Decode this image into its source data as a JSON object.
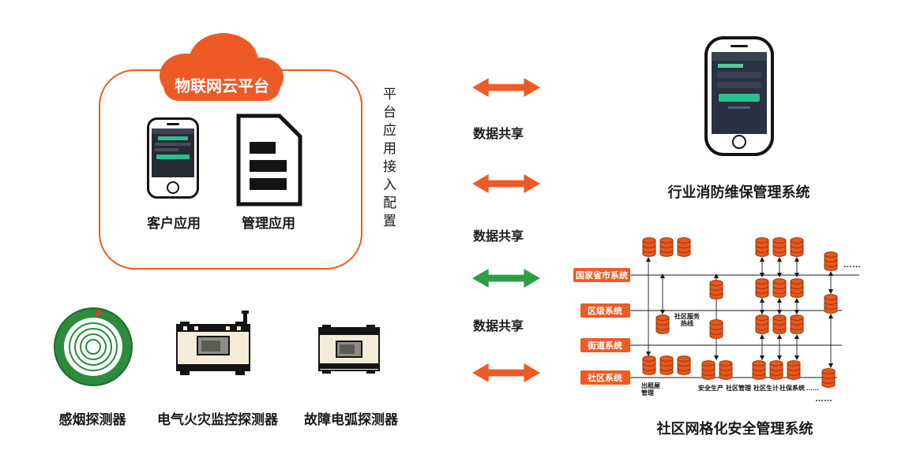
{
  "colors": {
    "orange": "#EE5A24",
    "green": "#2E9E44",
    "detector_green": "#2E8B3D",
    "cylinder_orange": "#E8571F",
    "device_cream": "#F2ECD8"
  },
  "platform": {
    "cloud_label": "物联网云平台",
    "client_app_label": "客户应用",
    "admin_app_label": "管理应用",
    "access_config_label": "平台应用接入配置"
  },
  "data_share": {
    "labels": [
      "数据共享",
      "数据共享",
      "数据共享"
    ]
  },
  "detectors": {
    "smoke_label": "感烟探测器",
    "electrical_label": "电气火灾监控探测器",
    "arc_label": "故障电弧探测器"
  },
  "fire_system": {
    "title": "行业消防维保管理系统"
  },
  "community_system": {
    "title": "社区网格化安全管理系统",
    "levels": [
      {
        "label": "国家省市系统"
      },
      {
        "label": "区级系统"
      },
      {
        "label": "街道系统"
      },
      {
        "label": "社区系统"
      }
    ],
    "hotline_line1": "社区服务",
    "hotline_line2": "热线",
    "rental_line1": "出租屋",
    "rental_line2": "管理",
    "bottom_labels": [
      "安全生产",
      "社区管理",
      "社区生计",
      "社保系统"
    ],
    "ellipsis": "……"
  }
}
